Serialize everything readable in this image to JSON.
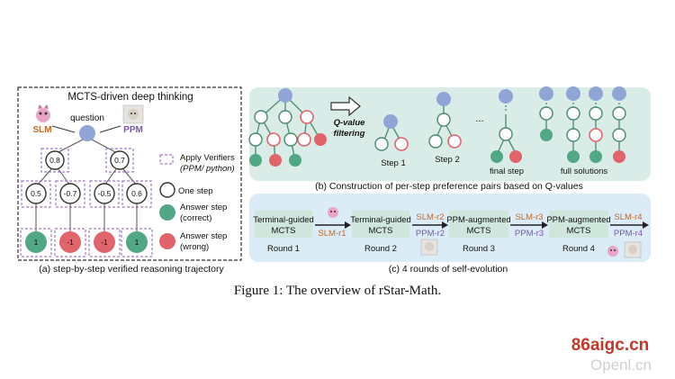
{
  "panel_a": {
    "title": "MCTS-driven deep thinking",
    "question_label": "question",
    "slm_label": "SLM",
    "ppm_label": "PPM",
    "step_values_level1": [
      "0.8",
      "0.7"
    ],
    "step_values_level2": [
      "0.5",
      "-0.7",
      "-0.5",
      "0.6"
    ],
    "answer_values": [
      "1",
      "-1",
      "-1",
      "1"
    ],
    "legend": {
      "verifiers_line1": "Apply Verifiers",
      "verifiers_line2": "(PPM/ python)",
      "one_step": "One step",
      "answer_correct_line1": "Answer step",
      "answer_correct_line2": "(correct)",
      "answer_wrong_line1": "Answer step",
      "answer_wrong_line2": "(wrong)"
    },
    "caption": "(a) step-by-step verified reasoning trajectory"
  },
  "panel_b": {
    "filter_line1": "Q-value",
    "filter_line2": "filtering",
    "step1": "Step 1",
    "step2": "Step 2",
    "ellipsis": "...",
    "final_step": "final step",
    "full_solutions": "full solutions",
    "caption": "(b) Construction of per-step preference pairs based on Q-values"
  },
  "panel_c": {
    "rounds": [
      {
        "box_line1": "Terminal-guided",
        "box_line2": "MCTS",
        "label": "Round 1"
      },
      {
        "box_line1": "Terminal-guided",
        "box_line2": "MCTS",
        "label": "Round 2"
      },
      {
        "box_line1": "PPM-augmented",
        "box_line2": "MCTS",
        "label": "Round 3"
      },
      {
        "box_line1": "PPM-augmented",
        "box_line2": "MCTS",
        "label": "Round 4"
      }
    ],
    "slm_r1": "SLM-r1",
    "slm_r2": "SLM-r2",
    "ppm_r2": "PPM-r2",
    "slm_r3": "SLM-r3",
    "ppm_r3": "PPM-r3",
    "slm_r4": "SLM-r4",
    "ppm_r4": "PPM-r4",
    "caption": "(c) 4 rounds of self-evolution"
  },
  "figure_caption": "Figure 1: The overview of rStar-Math.",
  "watermark": {
    "line1": "86aigc.cn",
    "line2": "Openl.cn"
  },
  "colors": {
    "node_blue": "#8ea5d6",
    "node_green": "#52a886",
    "node_red": "#e0646b",
    "panel_b_bg": "#d9ece7",
    "panel_c_bg": "#dcecf6",
    "box_green": "#cfe6dc",
    "slm_orange": "#c0682a",
    "ppm_purple": "#7a56b0",
    "dashed_purple": "#a07cc6"
  }
}
